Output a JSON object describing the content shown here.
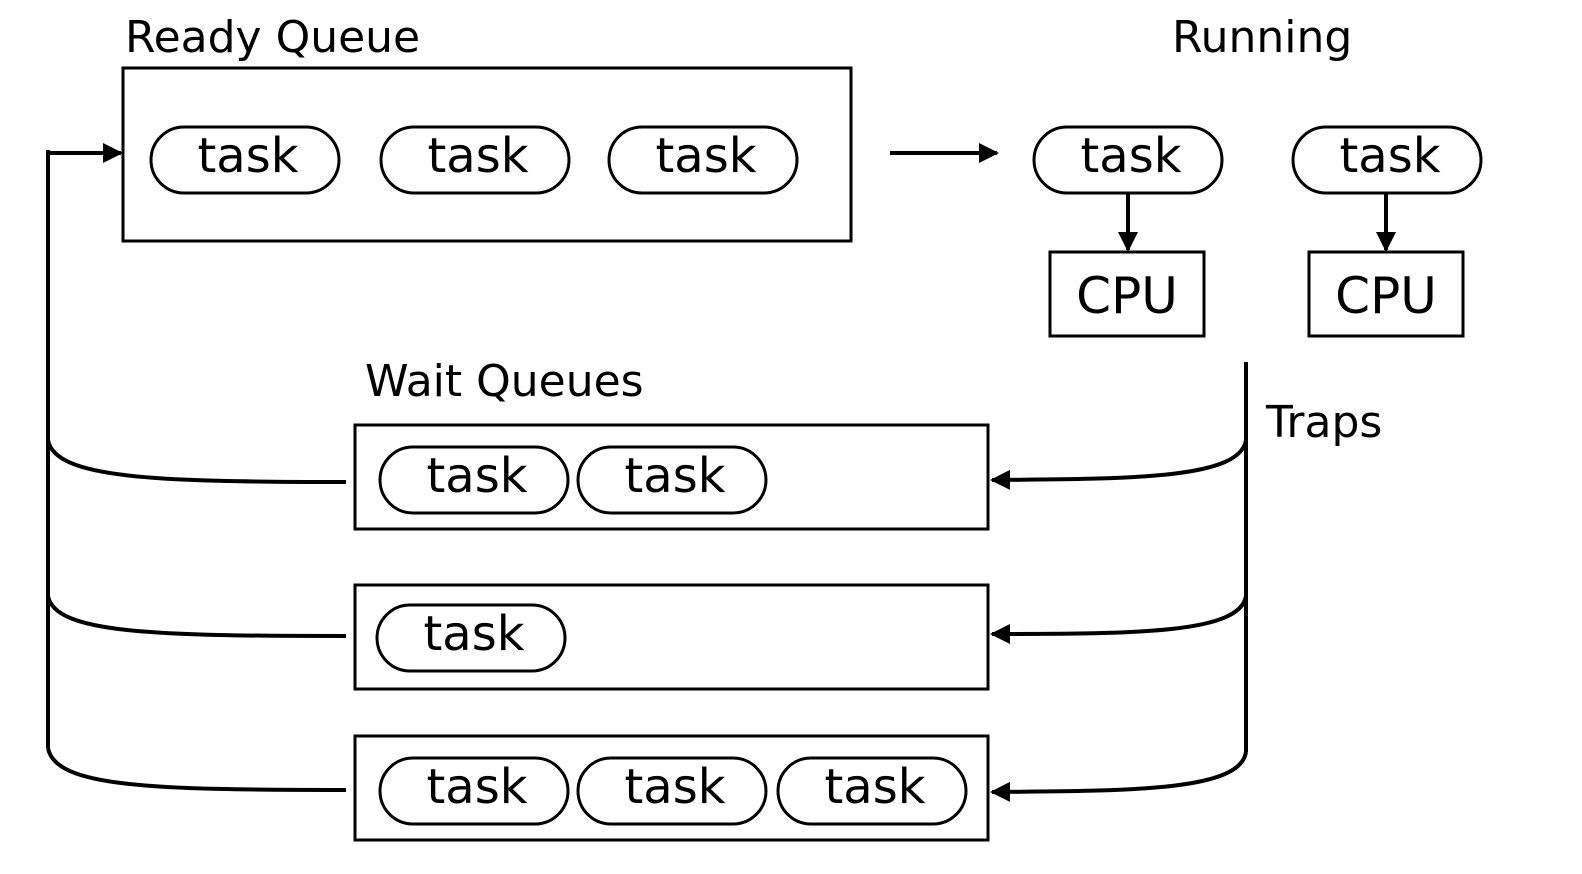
{
  "labels": {
    "ready_queue": "Ready Queue",
    "running": "Running",
    "wait_queues": "Wait Queues",
    "traps": "Traps"
  },
  "ready_queue": {
    "tasks": [
      "task",
      "task",
      "task"
    ]
  },
  "running": {
    "tasks": [
      "task",
      "task"
    ],
    "cpus": [
      "CPU",
      "CPU"
    ]
  },
  "wait_queues": [
    {
      "tasks": [
        "task",
        "task"
      ]
    },
    {
      "tasks": [
        "task"
      ]
    },
    {
      "tasks": [
        "task",
        "task",
        "task"
      ]
    }
  ]
}
